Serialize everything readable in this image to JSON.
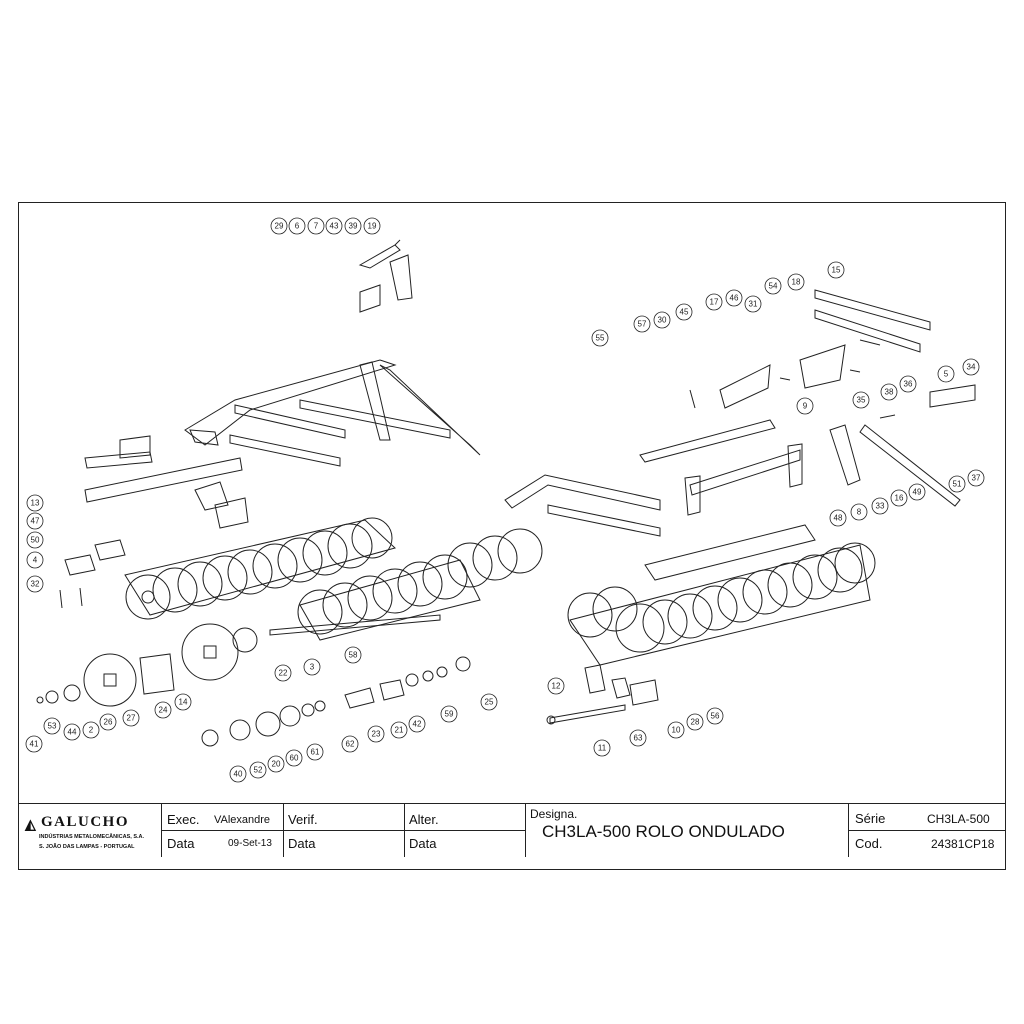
{
  "drawing": {
    "callouts": [
      "29",
      "6",
      "7",
      "43",
      "39",
      "19",
      "13",
      "47",
      "50",
      "4",
      "32",
      "53",
      "41",
      "44",
      "2",
      "26",
      "27",
      "24",
      "14",
      "22",
      "3",
      "58",
      "40",
      "52",
      "20",
      "60",
      "61",
      "62",
      "23",
      "21",
      "42",
      "59",
      "25",
      "55",
      "57",
      "30",
      "45",
      "17",
      "46",
      "31",
      "54",
      "18",
      "15",
      "9",
      "34",
      "36",
      "35",
      "38",
      "5",
      "48",
      "8",
      "33",
      "16",
      "49",
      "51",
      "37",
      "12",
      "11",
      "63",
      "10",
      "28",
      "56"
    ]
  },
  "title_block": {
    "company": "GALUCHO",
    "company_line1": "INDÚSTRIAS METALOMECÂNICAS, S.A.",
    "company_line2": "S. JOÃO DAS LAMPAS - PORTUGAL",
    "exec_label": "Exec.",
    "exec_value": "VAlexandre",
    "verif_label": "Verif.",
    "alter_label": "Alter.",
    "data_label": "Data",
    "data_value": "09-Set-13",
    "designa_label": "Designa.",
    "designa_value": "CH3LA-500 ROLO ONDULADO",
    "serie_label": "Série",
    "serie_value": "CH3LA-500",
    "cod_label": "Cod.",
    "cod_value": "24381CP18"
  }
}
